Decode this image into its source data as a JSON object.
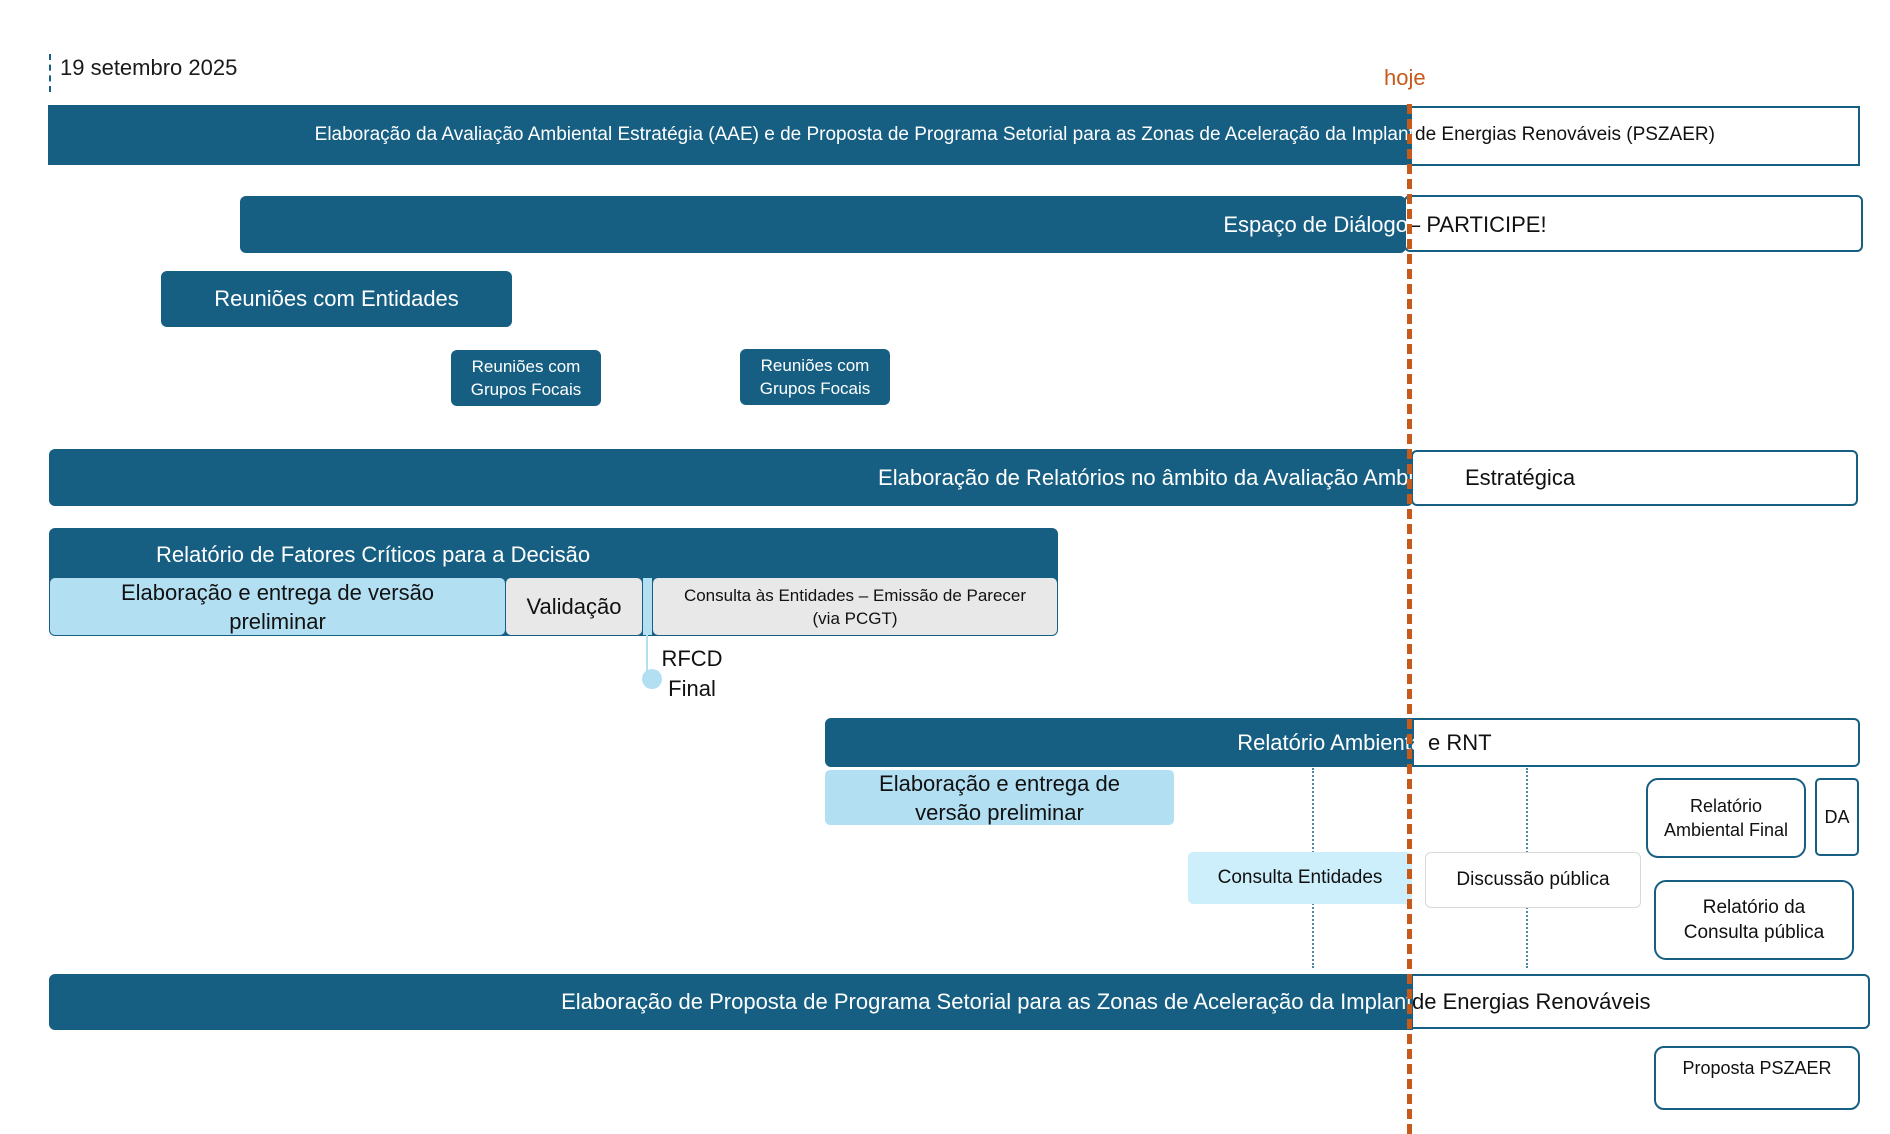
{
  "date": "19 setembro 2025",
  "today_label": "hoje",
  "colors": {
    "dark_blue": "#165f83",
    "light_blue": "#b3dff3",
    "lighter_blue": "#cdeefb",
    "gray": "#e8e8e8",
    "today": "#c55a1b"
  },
  "bars": {
    "aae_pszaer": {
      "left": "Elaboração da Avaliação Ambiental Estratégia (AAE) e de Proposta de Programa Setorial para as Zonas de Aceleração da Implantação",
      "right": "de Energias Renováveis (PSZAER)"
    },
    "espaco_dialogo": {
      "left": "Espaço de Diálogo",
      "right": "– PARTICIPE!"
    },
    "reunioes_entidades": "Reuniões com Entidades",
    "grupos_focais_1": {
      "line1": "Reuniões com",
      "line2": "Grupos Focais"
    },
    "grupos_focais_2": {
      "line1": "Reuniões com",
      "line2": "Grupos Focais"
    },
    "relatorios_aae": {
      "left": "Elaboração de Relatórios no âmbito da Avaliação Ambiental",
      "right": "Estratégica"
    },
    "rfcd": {
      "title": "Relatório de Fatores Críticos para a Decisão",
      "elaboracao": {
        "line1": "Elaboração e entrega de versão",
        "line2": "preliminar"
      },
      "validacao": "Validação",
      "consulta": {
        "line1": "Consulta às Entidades – Emissão de Parecer",
        "line2": "(via PCGT)"
      },
      "milestone": {
        "line1": "RFCD",
        "line2": "Final"
      }
    },
    "ra_rnt": {
      "left": "Relatório Ambiental",
      "right": "e RNT",
      "elaboracao": {
        "line1": "Elaboração e entrega de",
        "line2": "versão preliminar"
      },
      "consulta_entidades": "Consulta Entidades",
      "discussao_publica": "Discussão pública",
      "relatorio_final": {
        "line1": "Relatório",
        "line2": "Ambiental Final"
      },
      "da": "DA",
      "relatorio_consulta": {
        "line1": "Relatório da",
        "line2": "Consulta pública"
      }
    },
    "proposta": {
      "left": "Elaboração de Proposta de Programa Setorial para as Zonas de Aceleração da Implantação",
      "right": "de Energias Renováveis",
      "final": "Proposta PSZAER"
    }
  }
}
